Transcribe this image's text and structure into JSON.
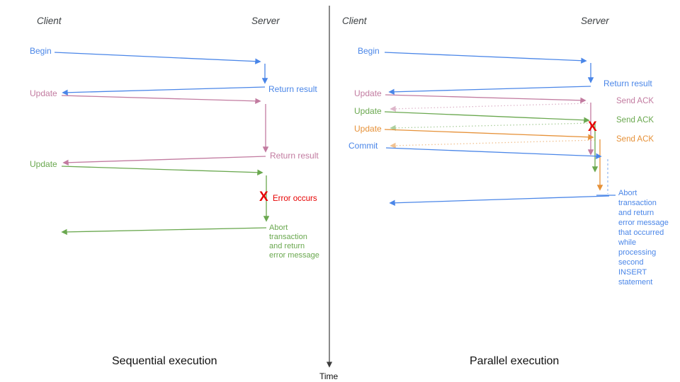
{
  "colors": {
    "blue": "#4a86e8",
    "pink": "#c27ba0",
    "green": "#6aa84f",
    "orange": "#e69138",
    "red": "#e60000",
    "axis": "#3d3d3d",
    "header": "#3c4043",
    "caption": "#111111"
  },
  "time_axis": {
    "label": "Time"
  },
  "left": {
    "caption": "Sequential execution",
    "client_header": "Client",
    "server_header": "Server",
    "messages": {
      "begin": "Begin",
      "return_result_1": "Return result",
      "update_1": "Update",
      "return_result_2": "Return result",
      "update_2": "Update",
      "error_icon": "X",
      "error_label": "Error occurs",
      "abort": "Abort\ntransaction\nand return\nerror message"
    }
  },
  "right": {
    "caption": "Parallel execution",
    "client_header": "Client",
    "server_header": "Server",
    "messages": {
      "begin": "Begin",
      "return_result": "Return result",
      "update_1": "Update",
      "send_ack_1": "Send ACK",
      "update_2": "Update",
      "send_ack_2": "Send ACK",
      "update_3": "Update",
      "send_ack_3": "Send ACK",
      "commit": "Commit",
      "error_icon": "X",
      "abort": "Abort\ntransaction\nand return\nerror message\nthat occurred\nwhile\nprocessing\nsecond\nINSERT\nstatement"
    }
  }
}
